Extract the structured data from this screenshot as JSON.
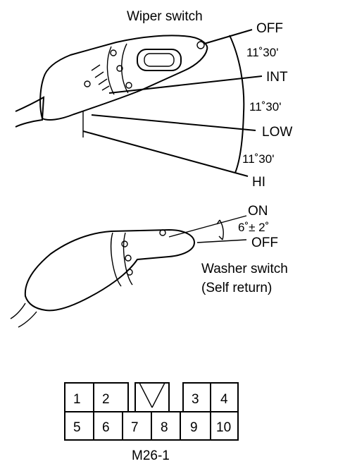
{
  "wiper": {
    "title": "Wiper switch",
    "positions": [
      {
        "label": "OFF"
      },
      {
        "label": "INT"
      },
      {
        "label": "LOW"
      },
      {
        "label": "HI"
      }
    ],
    "angles": [
      "11˚30'",
      "11˚30'",
      "11˚30'"
    ]
  },
  "washer": {
    "on_label": "ON",
    "angle": "6˚± 2˚",
    "off_label": "OFF",
    "title_line1": "Washer switch",
    "title_line2": "(Self return)"
  },
  "connector": {
    "name": "M26-1",
    "top_pins": [
      "1",
      "2",
      "3",
      "4"
    ],
    "bottom_pins": [
      "5",
      "6",
      "7",
      "8",
      "9",
      "10"
    ]
  }
}
